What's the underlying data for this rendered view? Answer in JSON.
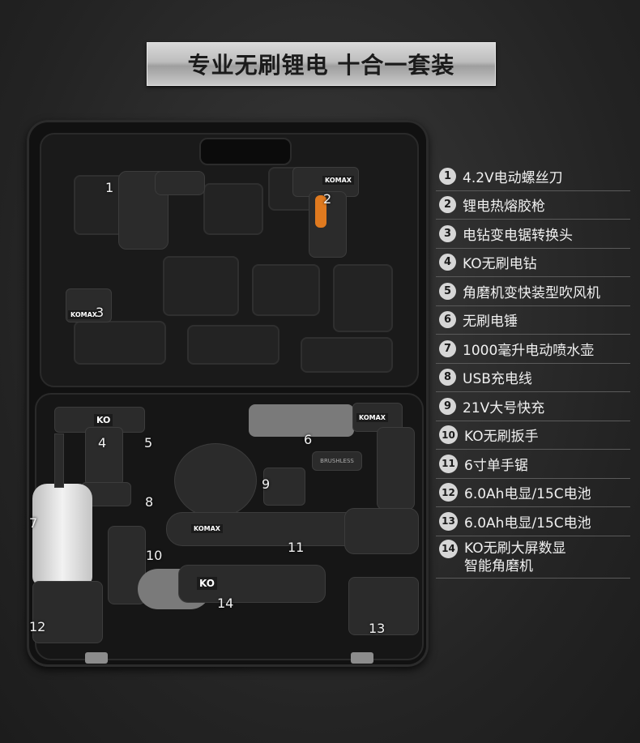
{
  "banner": {
    "title": "专业无刷锂电 十合一套装"
  },
  "case": {
    "brand_label": "KOMAX",
    "brushless_label": "BRUSHLESS",
    "ko_label": "KO",
    "callouts": [
      "1",
      "2",
      "3",
      "4",
      "5",
      "6",
      "7",
      "8",
      "9",
      "10",
      "11",
      "12",
      "13",
      "14"
    ]
  },
  "items": [
    {
      "num": "1",
      "label": "4.2V电动螺丝刀"
    },
    {
      "num": "2",
      "label": "锂电热熔胶枪"
    },
    {
      "num": "3",
      "label": "电钻变电锯转换头"
    },
    {
      "num": "4",
      "label": "KO无刷电钻"
    },
    {
      "num": "5",
      "label": "角磨机变快装型吹风机"
    },
    {
      "num": "6",
      "label": "无刷电锤"
    },
    {
      "num": "7",
      "label": "1000毫升电动喷水壶"
    },
    {
      "num": "8",
      "label": "USB充电线"
    },
    {
      "num": "9",
      "label": "21V大号快充"
    },
    {
      "num": "10",
      "label": "KO无刷扳手"
    },
    {
      "num": "11",
      "label": "6寸单手锯"
    },
    {
      "num": "12",
      "label": "6.0Ah电显/15C电池"
    },
    {
      "num": "13",
      "label": "6.0Ah电显/15C电池"
    },
    {
      "num": "14",
      "label": "KO无刷大屏数显",
      "label2": "智能角磨机"
    }
  ]
}
